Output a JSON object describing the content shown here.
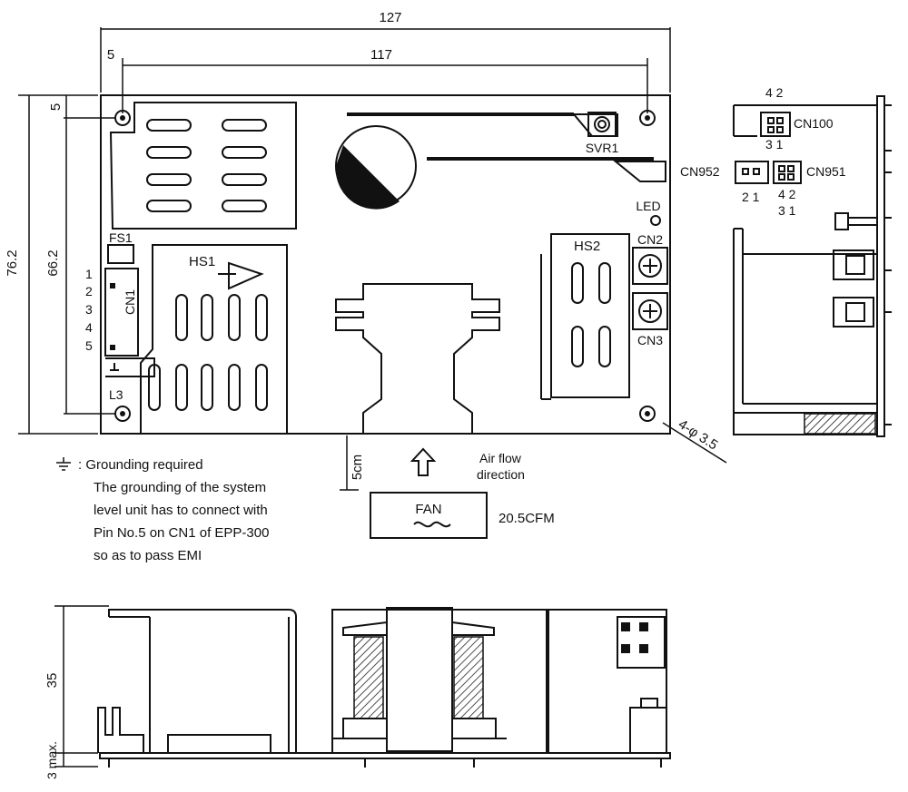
{
  "dimensions": {
    "width_127": "127",
    "width_117": "117",
    "offset_5_top": "5",
    "offset_5_left": "5",
    "height_76_2": "76.2",
    "height_66_2": "66.2",
    "height_35": "35",
    "max_3": "3 max.",
    "clearance_5cm": "5cm",
    "holes": "4-φ 3.5"
  },
  "components": {
    "svr1": "SVR1",
    "led": "LED",
    "cn2": "CN2",
    "cn3": "CN3",
    "hs1": "HS1",
    "hs2": "HS2",
    "fs1": "FS1",
    "cn1": "CN1",
    "l3": "L3",
    "cn1_pins": [
      "1",
      "2",
      "3",
      "4",
      "5"
    ]
  },
  "side_view": {
    "cn100": "CN100",
    "cn100_top": "4 2",
    "cn100_bottom": "3 1",
    "cn952": "CN952",
    "cn952_pins": "2 1",
    "cn951": "CN951",
    "cn951_top": "4 2",
    "cn951_bottom": "3 1"
  },
  "airflow": {
    "label_line1": "Air flow",
    "label_line2": "direction",
    "fan": "FAN",
    "cfm": "20.5CFM"
  },
  "notes": {
    "grounding_title": ": Grounding required",
    "line1": "The grounding of the system",
    "line2": "level unit has to connect with",
    "line3": "Pin No.5 on CN1 of EPP-300",
    "line4": "so as to pass EMI"
  }
}
